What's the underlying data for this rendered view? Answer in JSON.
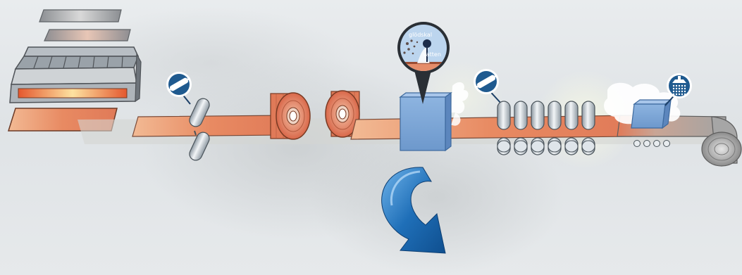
{
  "process": {
    "stages": [
      {
        "name": "slabs"
      },
      {
        "name": "reheating-furnace"
      },
      {
        "name": "roughing-mill",
        "icon": "rolling-pin-icon"
      },
      {
        "name": "coiler"
      },
      {
        "name": "descaling-box"
      },
      {
        "name": "finishing-mill",
        "icon": "rolling-pin-icon"
      },
      {
        "name": "water-cooling",
        "icon": "shower-icon"
      },
      {
        "name": "downcoiler"
      }
    ]
  },
  "callout": {
    "scale_label": "glödskal",
    "water_label": "vatten"
  },
  "colors": {
    "hot_steel": "#e98a66",
    "furnace_glow": "#f07a4e",
    "water_box": "#7fa9d8",
    "icon_badge": "#1f5a8f",
    "arrow": "#1f6fb8",
    "cool_steel": "#9a9a9a"
  },
  "navigation": {
    "arrow_icon": "curved-arrow-down-icon"
  }
}
